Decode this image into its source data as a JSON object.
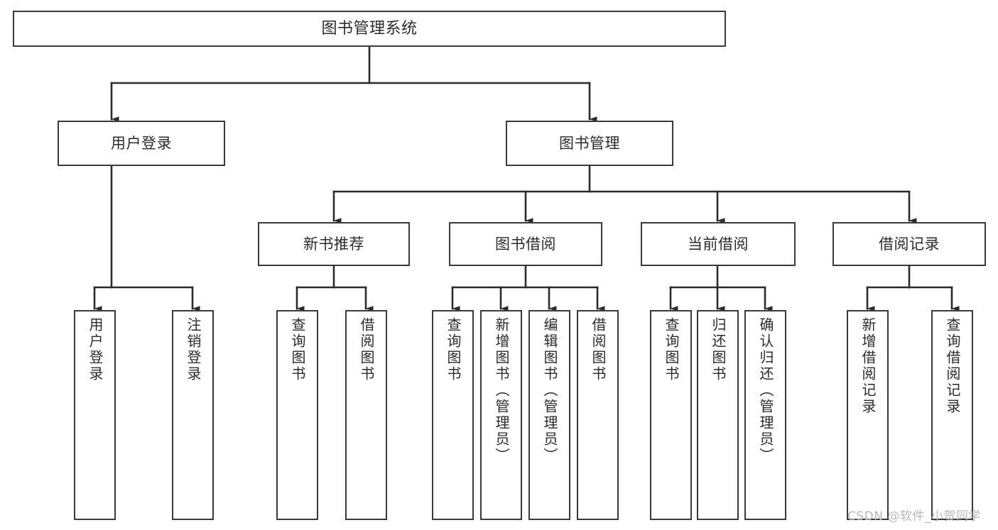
{
  "diagram": {
    "title": "图书管理系统",
    "type": "function-structure-tree",
    "orientation": "top-down",
    "nodes": {
      "root": {
        "label": "图书管理系统"
      },
      "level2": [
        {
          "id": "user-login",
          "label": "用户登录"
        },
        {
          "id": "book-manage",
          "label": "图书管理"
        }
      ],
      "level3": [
        {
          "id": "new-book-recommend",
          "label": "新书推荐"
        },
        {
          "id": "book-borrow",
          "label": "图书借阅"
        },
        {
          "id": "current-borrow",
          "label": "当前借阅"
        },
        {
          "id": "borrow-record",
          "label": "借阅记录"
        }
      ],
      "leaves": {
        "user-login": [
          {
            "id": "leaf-user-login",
            "label": "用户登录"
          },
          {
            "id": "leaf-user-logout",
            "label": "注销登录"
          }
        ],
        "new-book-recommend": [
          {
            "id": "leaf-query-book-1",
            "label": "查询图书"
          },
          {
            "id": "leaf-borrow-book-1",
            "label": "借阅图书"
          }
        ],
        "book-borrow": [
          {
            "id": "leaf-query-book-2",
            "label": "查询图书"
          },
          {
            "id": "leaf-add-book",
            "label": "新增图书（管理员）"
          },
          {
            "id": "leaf-edit-book",
            "label": "编辑图书（管理员）"
          },
          {
            "id": "leaf-borrow-book-2",
            "label": "借阅图书"
          }
        ],
        "current-borrow": [
          {
            "id": "leaf-query-book-3",
            "label": "查询图书"
          },
          {
            "id": "leaf-return-book",
            "label": "归还图书"
          },
          {
            "id": "leaf-confirm-return",
            "label": "确认归还（管理员）"
          }
        ],
        "borrow-record": [
          {
            "id": "leaf-add-record",
            "label": "新增借阅记录"
          },
          {
            "id": "leaf-query-record",
            "label": "查询借阅记录"
          }
        ]
      }
    },
    "colors": {
      "box_border": "#3a3a3a",
      "box_fill": "#ffffff",
      "connector": "#2b2b2b",
      "text": "#2b2b2b",
      "watermark": "#b9b9b9"
    }
  },
  "watermark": {
    "text": "CSDN @软件_小贺同学"
  }
}
